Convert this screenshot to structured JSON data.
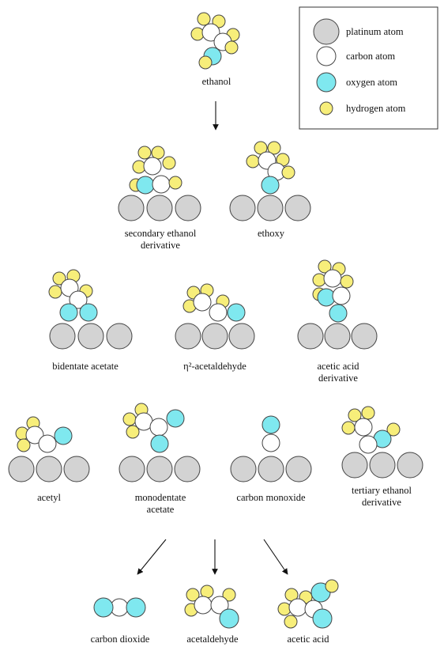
{
  "colors": {
    "platinum": "#d3d3d3",
    "carbon": "#ffffff",
    "oxygen": "#7fe8ef",
    "hydrogen": "#f7ee7a",
    "outline": "#444444"
  },
  "legend": [
    {
      "key": "platinum",
      "label": "platinum atom"
    },
    {
      "key": "carbon",
      "label": "carbon atom"
    },
    {
      "key": "oxygen",
      "label": "oxygen atom"
    },
    {
      "key": "hydrogen",
      "label": "hydrogen atom"
    }
  ],
  "species": [
    {
      "id": "ethanol",
      "label": [
        "ethanol"
      ]
    },
    {
      "id": "secondary-ethanol-derivative",
      "label": [
        "secondary ethanol",
        "derivative"
      ]
    },
    {
      "id": "ethoxy",
      "label": [
        "ethoxy"
      ]
    },
    {
      "id": "bidentate-acetate",
      "label": [
        "bidentate acetate"
      ]
    },
    {
      "id": "eta2-acetaldehyde",
      "label": [
        "η²-acetaldehyde"
      ]
    },
    {
      "id": "acetic-acid-derivative",
      "label": [
        "acetic acid",
        "derivative"
      ]
    },
    {
      "id": "acetyl",
      "label": [
        "acetyl"
      ]
    },
    {
      "id": "monodentate-acetate",
      "label": [
        "monodentate",
        "acetate"
      ]
    },
    {
      "id": "carbon-monoxide",
      "label": [
        "carbon monoxide"
      ]
    },
    {
      "id": "tertiary-ethanol-derivative",
      "label": [
        "tertiary ethanol",
        "derivative"
      ]
    },
    {
      "id": "carbon-dioxide",
      "label": [
        "carbon dioxide"
      ]
    },
    {
      "id": "acetaldehyde",
      "label": [
        "acetaldehyde"
      ]
    },
    {
      "id": "acetic-acid",
      "label": [
        "acetic acid"
      ]
    }
  ]
}
